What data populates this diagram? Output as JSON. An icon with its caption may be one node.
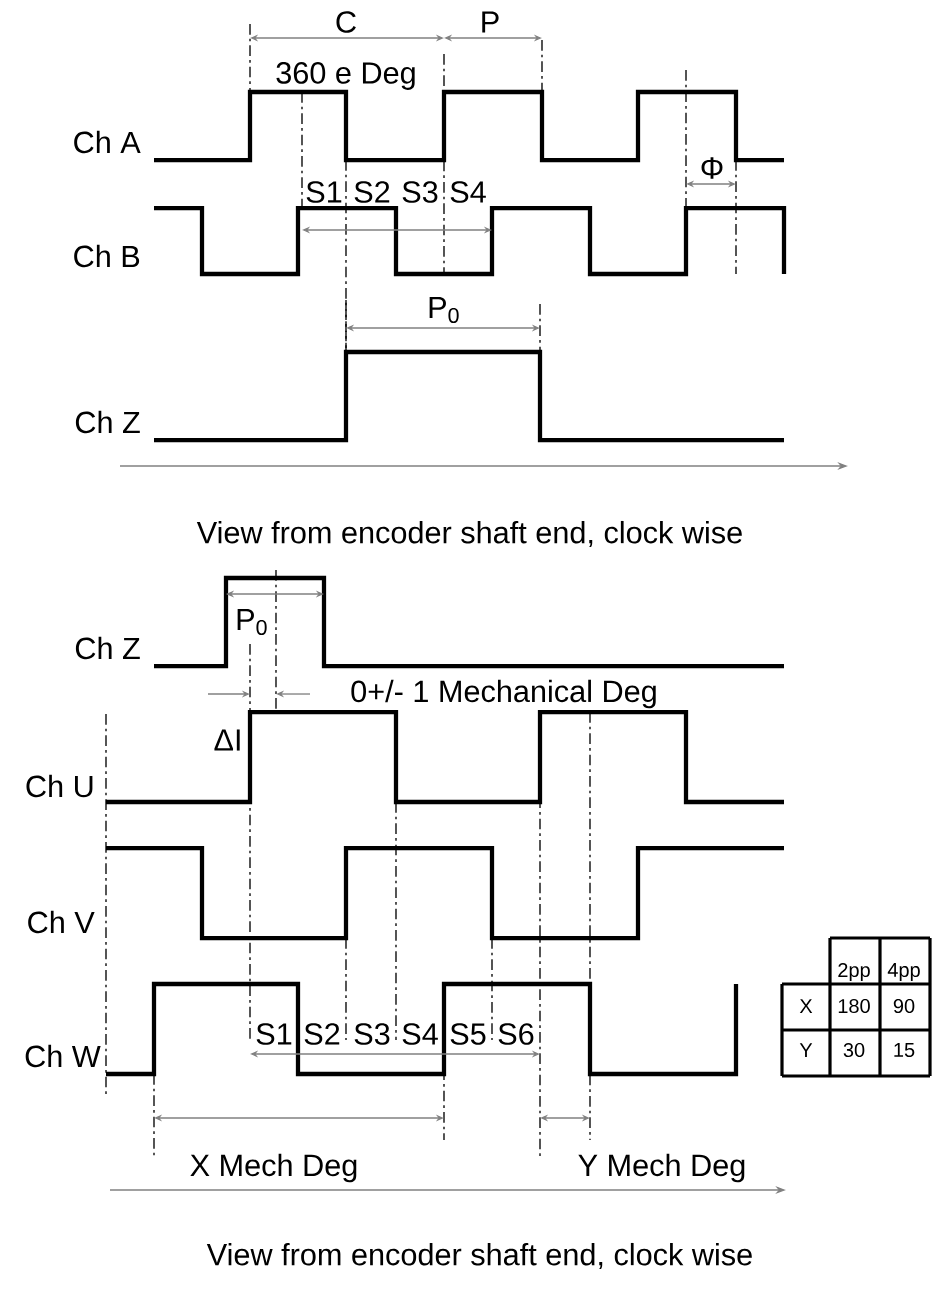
{
  "diagram": {
    "labels": [
      "C",
      "P",
      "360 e Deg",
      "Ch A",
      "S1",
      "S2",
      "S3",
      "S4",
      "Φ",
      "Ch B",
      "P$_{0}$",
      "Ch Z",
      "View from encoder shaft end, clock wise",
      "Ch Z",
      "P$_{0}$",
      "0+/- 1 Mechanical Deg",
      "ΔI",
      "Ch U",
      "Ch V",
      "2pp",
      "4pp",
      "X",
      "180",
      "90",
      "S1",
      "S2",
      "S3",
      "S4",
      "S5",
      "S6",
      "Ch W",
      "Y",
      "30",
      "15",
      "X Mech Deg",
      "Y Mech Deg",
      "View from encoder shaft end, clock wise"
    ]
  }
}
